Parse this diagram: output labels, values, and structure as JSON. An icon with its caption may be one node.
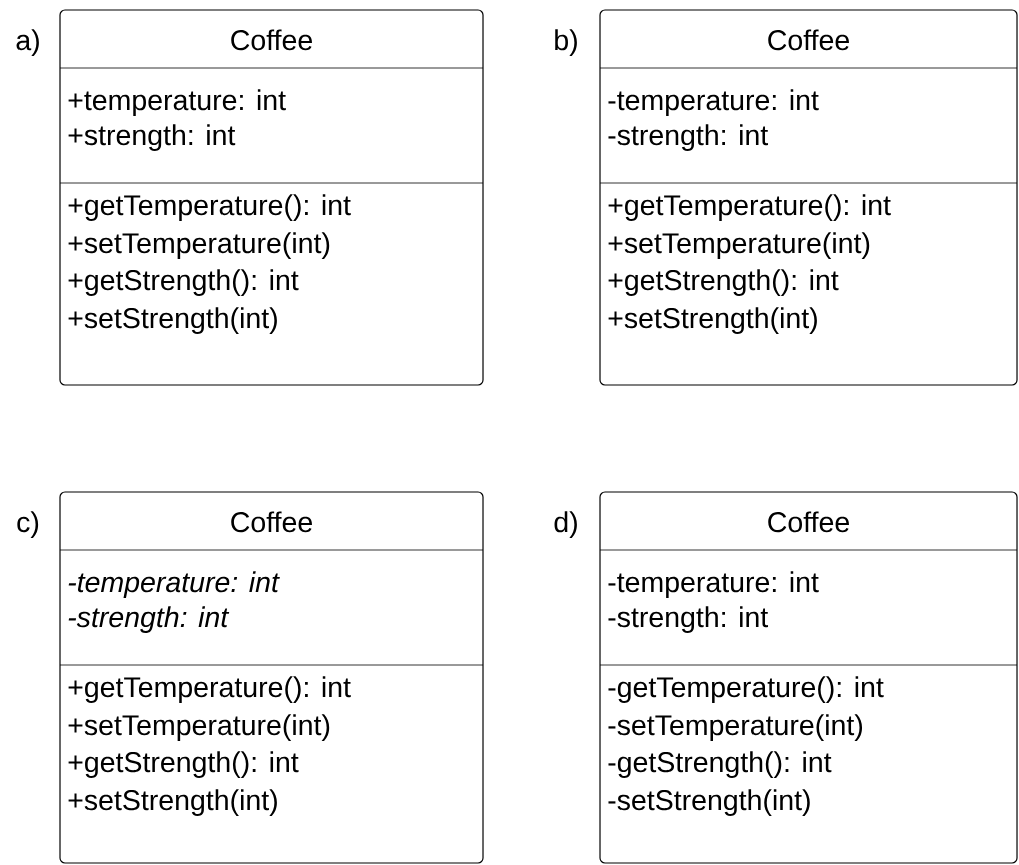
{
  "diagram": {
    "nodes": [
      {
        "text": [
          "Coffee",
          "+temperature: int",
          "+strength: int",
          "+getTemperature(): int",
          "+setTemperature(int)",
          "+getStrength(): int",
          "+setStrength(int)"
        ]
      },
      {
        "text": [
          "Coffee",
          "-temperature: int",
          "-strength: int",
          "+getTemperature(): int",
          "+setTemperature(int)",
          "+getStrength(): int",
          "+setStrength(int)"
        ]
      },
      {
        "text": [
          "Coffee",
          "-temperature: int",
          "-strength: int",
          "+getTemperature(): int",
          "+setTemperature(int)",
          "+getStrength(): int",
          "+setStrength(int)"
        ]
      },
      {
        "text": [
          "Coffee",
          "-temperature: int",
          "-strength: int",
          "-getTemperature(): int",
          "-setTemperature(int)",
          "-getStrength(): int",
          "-setStrength(int)"
        ]
      }
    ],
    "labels": [
      "a)",
      "b)",
      "c)",
      "d)"
    ]
  }
}
